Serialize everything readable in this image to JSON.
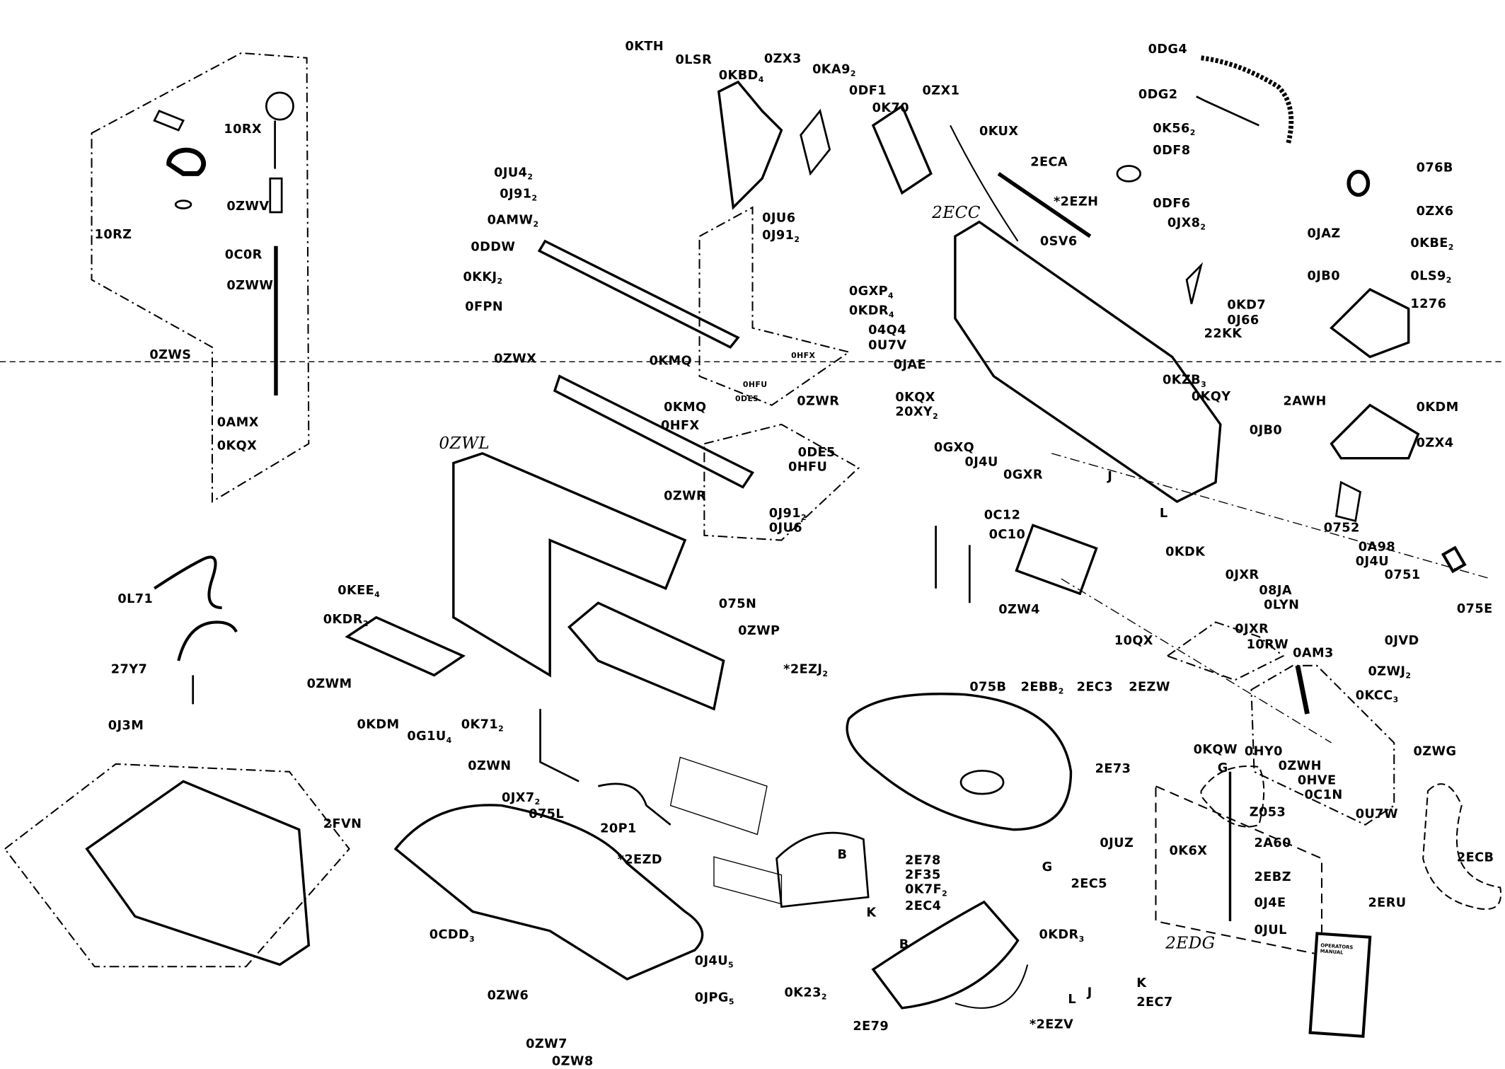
{
  "labels": [
    {
      "t": "10RX"
    },
    {
      "t": "10RZ"
    },
    {
      "t": "0ZWV"
    },
    {
      "t": "0C0R"
    },
    {
      "t": "0ZWW"
    },
    {
      "t": "0ZWS"
    },
    {
      "t": "0AMX"
    },
    {
      "t": "0KQX"
    },
    {
      "t": "0KTH"
    },
    {
      "t": "0LSR"
    },
    {
      "t": "0KBD",
      "s": "4"
    },
    {
      "t": "0ZX3"
    },
    {
      "t": "0KA9",
      "s": "2"
    },
    {
      "t": "0DF1"
    },
    {
      "t": "0K70"
    },
    {
      "t": "0ZX1"
    },
    {
      "t": "0KUX"
    },
    {
      "t": "2ECA"
    },
    {
      "t": "0DG4"
    },
    {
      "t": "0DG2"
    },
    {
      "t": "0K56",
      "s": "2"
    },
    {
      "t": "0DF8"
    },
    {
      "t": "*2EZH"
    },
    {
      "t": "2ECC",
      "h": true
    },
    {
      "t": "0DF6"
    },
    {
      "t": "0JX8",
      "s": "2"
    },
    {
      "t": "0SV6"
    },
    {
      "t": "0JU4",
      "s": "2"
    },
    {
      "t": "0J91",
      "s": "2"
    },
    {
      "t": "0AMW",
      "s": "2"
    },
    {
      "t": "0DDW"
    },
    {
      "t": "0KKJ",
      "s": "2"
    },
    {
      "t": "0FPN"
    },
    {
      "t": "0JU6"
    },
    {
      "t": "0J91",
      "s": "2"
    },
    {
      "t": "0GXP",
      "s": "4"
    },
    {
      "t": "0KDR",
      "s": "4"
    },
    {
      "t": "04Q4"
    },
    {
      "t": "0U7V"
    },
    {
      "t": "0JAE"
    },
    {
      "t": "0KD7"
    },
    {
      "t": "0J66"
    },
    {
      "t": "22KK"
    },
    {
      "t": "076B"
    },
    {
      "t": "0ZX6"
    },
    {
      "t": "0JAZ"
    },
    {
      "t": "0KBE",
      "s": "2"
    },
    {
      "t": "0JB0"
    },
    {
      "t": "0LS9",
      "s": "2"
    },
    {
      "t": "1276"
    },
    {
      "t": "2AWH"
    },
    {
      "t": "0KDM"
    },
    {
      "t": "0ZX4"
    },
    {
      "t": "0ZWX"
    },
    {
      "t": "0KMQ"
    },
    {
      "t": "0ZWR"
    },
    {
      "t": "0KQX"
    },
    {
      "t": "20XY",
      "s": "2"
    },
    {
      "t": "0GXQ"
    },
    {
      "t": "0J4U"
    },
    {
      "t": "0GXR"
    },
    {
      "t": "0KZB",
      "s": "3"
    },
    {
      "t": "0KQY"
    },
    {
      "t": "0JB0"
    },
    {
      "t": "0KMQ"
    },
    {
      "t": "0HFX"
    },
    {
      "t": "0DE5"
    },
    {
      "t": "0HFU"
    },
    {
      "t": "0ZWR"
    },
    {
      "t": "0J91",
      "s": "2"
    },
    {
      "t": "0JU6"
    },
    {
      "t": "0ZWL",
      "h": true
    },
    {
      "t": "0C12"
    },
    {
      "t": "0C10"
    },
    {
      "t": "J"
    },
    {
      "t": "L"
    },
    {
      "t": "0752"
    },
    {
      "t": "0A98"
    },
    {
      "t": "0J4U"
    },
    {
      "t": "0751"
    },
    {
      "t": "0KDK"
    },
    {
      "t": "0JXR"
    },
    {
      "t": "08JA"
    },
    {
      "t": "0LYN"
    },
    {
      "t": "075E"
    },
    {
      "t": "0ZW4"
    },
    {
      "t": "0L71"
    },
    {
      "t": "27Y7"
    },
    {
      "t": "0J3M"
    },
    {
      "t": "0KEE",
      "s": "4"
    },
    {
      "t": "0KDR",
      "s": "2"
    },
    {
      "t": "075N"
    },
    {
      "t": "0ZWP"
    },
    {
      "t": "*2EZJ",
      "s": "2"
    },
    {
      "t": "0ZWM"
    },
    {
      "t": "0KDM"
    },
    {
      "t": "0G1U",
      "s": "4"
    },
    {
      "t": "0K71",
      "s": "2"
    },
    {
      "t": "0ZWN"
    },
    {
      "t": "0JX7",
      "s": "2"
    },
    {
      "t": "075L"
    },
    {
      "t": "20P1"
    },
    {
      "t": "*2EZD"
    },
    {
      "t": "2FVN"
    },
    {
      "t": "0CDD",
      "s": "3"
    },
    {
      "t": "0ZW6"
    },
    {
      "t": "0J4U",
      "s": "5"
    },
    {
      "t": "0JPG",
      "s": "5"
    },
    {
      "t": "0ZW7"
    },
    {
      "t": "0ZW8"
    },
    {
      "t": "10QX"
    },
    {
      "t": "0JXR"
    },
    {
      "t": "10RW"
    },
    {
      "t": "0AM3"
    },
    {
      "t": "0JVD"
    },
    {
      "t": "0ZWJ",
      "s": "2"
    },
    {
      "t": "0KCC",
      "s": "3"
    },
    {
      "t": "0KQW"
    },
    {
      "t": "0HY0"
    },
    {
      "t": "0ZWH"
    },
    {
      "t": "0HVE"
    },
    {
      "t": "0C1N"
    },
    {
      "t": "0ZWG"
    },
    {
      "t": "0U7W"
    },
    {
      "t": "G"
    },
    {
      "t": "Z053"
    },
    {
      "t": "0K6X"
    },
    {
      "t": "2A60"
    },
    {
      "t": "2EBZ"
    },
    {
      "t": "0J4E"
    },
    {
      "t": "0JUL"
    },
    {
      "t": "2EDG",
      "h": true
    },
    {
      "t": "2ERU"
    },
    {
      "t": "2ECB"
    },
    {
      "t": "075B"
    },
    {
      "t": "2EBB",
      "s": "2"
    },
    {
      "t": "2EC3"
    },
    {
      "t": "2EZW"
    },
    {
      "t": "2E73"
    },
    {
      "t": "0JUZ"
    },
    {
      "t": "G"
    },
    {
      "t": "2EC5"
    },
    {
      "t": "B"
    },
    {
      "t": "2E78"
    },
    {
      "t": "2F35"
    },
    {
      "t": "0K7F",
      "s": "2"
    },
    {
      "t": "K"
    },
    {
      "t": "2EC4"
    },
    {
      "t": "B"
    },
    {
      "t": "0KDR",
      "s": "3"
    },
    {
      "t": "0K23",
      "s": "2"
    },
    {
      "t": "2E79"
    },
    {
      "t": "*2EZV"
    },
    {
      "t": "L"
    },
    {
      "t": "J"
    },
    {
      "t": "K"
    },
    {
      "t": "2EC7"
    },
    {
      "t": "0HFU",
      "sm": true
    },
    {
      "t": "0DE5",
      "sm": true
    },
    {
      "t": "0HFX",
      "sm": true
    }
  ],
  "manual": {
    "title_line1": "OPERATORS",
    "title_line2": "MANUAL"
  }
}
